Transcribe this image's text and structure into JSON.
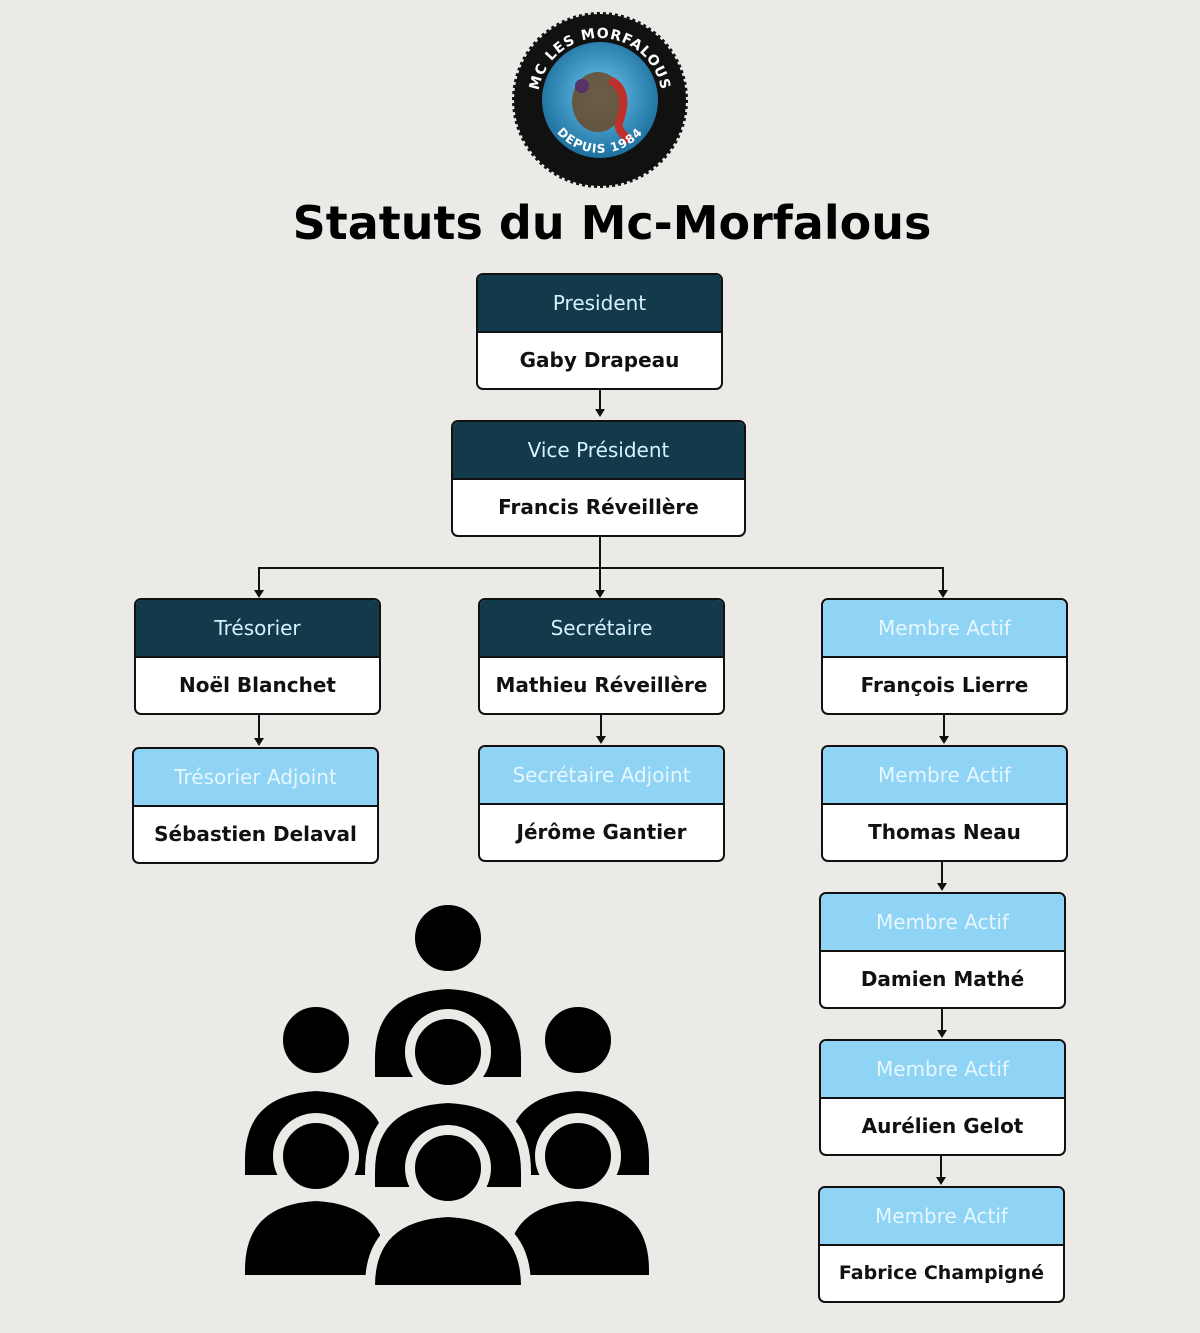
{
  "logo": {
    "top_text": "MC LES MORFALOUS",
    "bottom_text": "DEPUIS 1984",
    "ring_color": "#111111",
    "inner_color": "#2a8fc0"
  },
  "title": "Statuts du Mc-Morfalous",
  "colors": {
    "dark_header": "#123a4b",
    "light_header": "#8fd3f5",
    "background": "#ebeae7"
  },
  "nodes": {
    "president": {
      "role": "President",
      "name": "Gaby Drapeau"
    },
    "vice_president": {
      "role": "Vice Président",
      "name": "Francis Réveillère"
    },
    "tresorier": {
      "role": "Trésorier",
      "name": "Noël Blanchet"
    },
    "tresorier_adjoint": {
      "role": "Trésorier Adjoint",
      "name": "Sébastien Delaval"
    },
    "secretaire": {
      "role": "Secrétaire",
      "name": "Mathieu Réveillère"
    },
    "secretaire_adjoint": {
      "role": "Secrétaire Adjoint",
      "name": "Jérôme Gantier"
    },
    "membres": [
      {
        "role": "Membre Actif",
        "name": "François Lierre"
      },
      {
        "role": "Membre Actif",
        "name": "Thomas Neau"
      },
      {
        "role": "Membre Actif",
        "name": "Damien Mathé"
      },
      {
        "role": "Membre Actif",
        "name": "Aurélien Gelot"
      },
      {
        "role": "Membre Actif",
        "name": "Fabrice Champigné"
      }
    ]
  },
  "illustration": "group-of-people-icon"
}
